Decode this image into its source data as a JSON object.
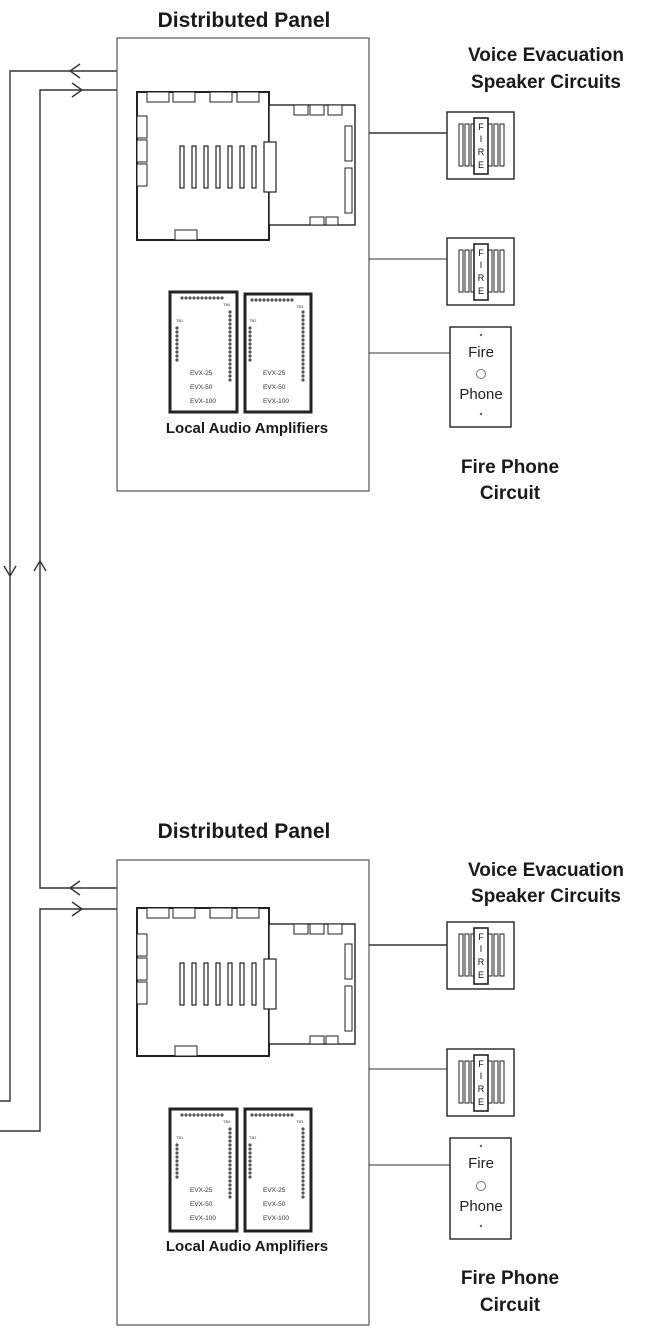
{
  "panels": [
    {
      "title": "Distributed Panel",
      "speaker_label_line1": "Voice Evacuation",
      "speaker_label_line2": "Speaker Circuits",
      "amplifier_label": "Local Audio Amplifiers",
      "amplifier_models": [
        "EVX-25",
        "EVX-50",
        "EVX-100"
      ],
      "amplifier_tiny_left": [
        "TB1",
        "TB2"
      ],
      "amplifier_tiny_right": [
        "TB4",
        "TB3"
      ],
      "strobe_letters": [
        "F",
        "I",
        "R",
        "E"
      ],
      "phone_top": "Fire",
      "phone_bottom": "Phone",
      "phone_label_line1": "Fire Phone",
      "phone_label_line2": "Circuit"
    },
    {
      "title": "Distributed Panel",
      "speaker_label_line1": "Voice Evacuation",
      "speaker_label_line2": "Speaker Circuits",
      "amplifier_label": "Local Audio Amplifiers",
      "amplifier_models": [
        "EVX-25",
        "EVX-50",
        "EVX-100"
      ],
      "amplifier_tiny_left": [
        "TB1",
        "TB2"
      ],
      "amplifier_tiny_right": [
        "TB4",
        "TB3"
      ],
      "strobe_letters": [
        "F",
        "I",
        "R",
        "E"
      ],
      "phone_top": "Fire",
      "phone_bottom": "Phone",
      "phone_label_line1": "Fire Phone",
      "phone_label_line2": "Circuit"
    }
  ],
  "colors": {
    "line": "#333333",
    "fill": "#ffffff"
  }
}
